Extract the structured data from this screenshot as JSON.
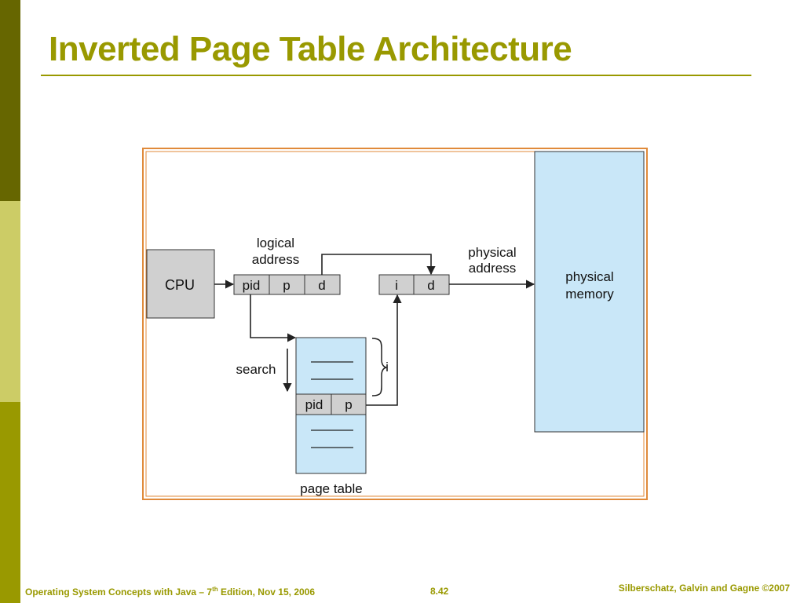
{
  "slide": {
    "title": "Inverted Page Table Architecture",
    "colors": {
      "accent": "#999900",
      "sidebar_dark": "#666600",
      "sidebar_light": "#cccc66",
      "box_fill": "#c9e7f8",
      "cpu_fill": "#d0d0d0",
      "frame": "#e08a3a"
    }
  },
  "diagram": {
    "cpu_label": "CPU",
    "logical_address_label_line1": "logical",
    "logical_address_label_line2": "address",
    "logical_fields": [
      "pid",
      "p",
      "d"
    ],
    "physical_address_label_line1": "physical",
    "physical_address_label_line2": "address",
    "physical_fields": [
      "i",
      "d"
    ],
    "physical_memory_line1": "physical",
    "physical_memory_line2": "memory",
    "search_label": "search",
    "index_label": "i",
    "page_table_entry": [
      "pid",
      "p"
    ],
    "page_table_label": "page table"
  },
  "footer": {
    "left_prefix": "Operating System Concepts with Java – 7",
    "left_sup": "th",
    "left_suffix": " Edition, Nov 15, 2006",
    "page_number": "8.42",
    "copyright": "Silberschatz, Galvin and Gagne ©2007"
  }
}
